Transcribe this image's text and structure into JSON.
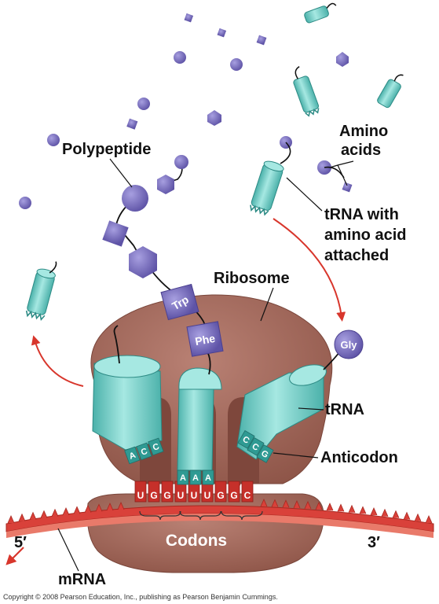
{
  "labels": {
    "polypeptide": "Polypeptide",
    "amino_acids_line1": "Amino",
    "amino_acids_line2": "acids",
    "trna_aa_line1": "tRNA with",
    "trna_aa_line2": "amino acid",
    "trna_aa_line3": "attached",
    "ribosome": "Ribosome",
    "trna": "tRNA",
    "anticodon": "Anticodon",
    "codons": "Codons",
    "mrna": "mRNA",
    "five_prime": "5′",
    "three_prime": "3′"
  },
  "amino_acid_tags": {
    "trp": "Trp",
    "phe": "Phe",
    "gly": "Gly"
  },
  "anticodons": {
    "left": [
      "A",
      "C",
      "C"
    ],
    "middle": [
      "A",
      "A",
      "A"
    ],
    "right": [
      "C",
      "C",
      "G"
    ]
  },
  "codon_bases": [
    "U",
    "G",
    "G",
    "U",
    "U",
    "U",
    "G",
    "G",
    "C"
  ],
  "copyright": "Copyright © 2008 Pearson Education, Inc., publishing as Pearson Benjamin Cummings.",
  "colors": {
    "ribosome": "#a4675a",
    "ribosome_dark": "#8a4f44",
    "trna": "#7fd3cc",
    "trna_dark": "#3aa39c",
    "amino_acid": "#7f75c2",
    "amino_acid_dark": "#5a4f9a",
    "mrna": "#d9413a",
    "arrow": "#d8362c"
  }
}
